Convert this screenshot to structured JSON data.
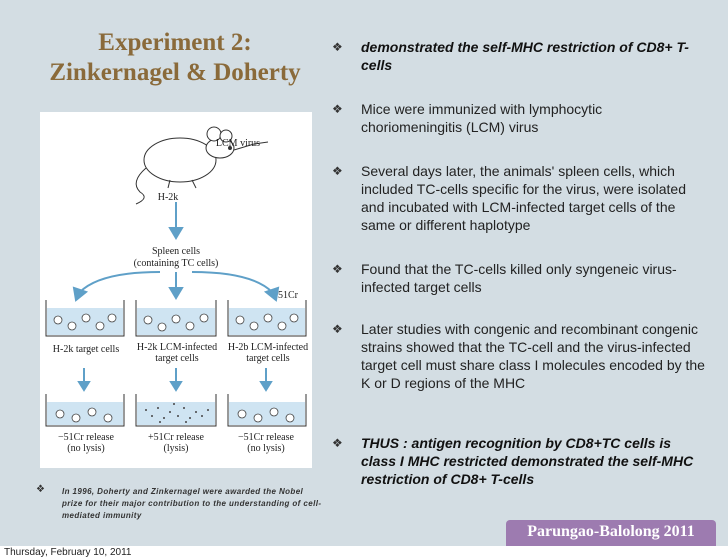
{
  "title": {
    "line1": "Experiment 2:",
    "line2": "Zinkernagel & Doherty"
  },
  "figure": {
    "lcm_virus": "LCM virus",
    "h2k": "H-2k",
    "spleen_cells": "Spleen cells",
    "containing_tc": "(containing TC cells)",
    "cr51": "51Cr",
    "well_labels": [
      "H-2k target cells",
      "H-2k LCM-infected target cells",
      "H-2b LCM-infected target cells"
    ],
    "results": [
      {
        "release": "−51Cr release",
        "lysis": "(no lysis)"
      },
      {
        "release": "+51Cr release",
        "lysis": "(lysis)"
      },
      {
        "release": "−51Cr release",
        "lysis": "(no lysis)"
      }
    ]
  },
  "note": {
    "bullet": "❖",
    "text": "In 1996, Doherty and Zinkernagel were awarded the Nobel prize for their major contribution to the understanding of cell-mediated immunity"
  },
  "bullets": [
    {
      "text": "demonstrated the self-MHC restriction of CD8+ T-cells",
      "emphasis": true
    },
    {
      "text": "Mice were immunized with lymphocytic choriomeningitis (LCM) virus",
      "emphasis": false
    },
    {
      "text": "Several days later, the animals' spleen cells, which included TC-cells specific for the virus, were isolated and incubated with LCM-infected target cells of the same or different haplotype",
      "emphasis": false
    },
    {
      "text": "Found that the TC-cells killed only syngeneic virus-infected target cells",
      "emphasis": false
    },
    {
      "text": "Later studies with congenic and recombinant congenic strains showed that the TC-cell and the virus-infected target cell must share class I molecules encoded by the K or D regions of the MHC",
      "emphasis": false
    },
    {
      "text": "THUS : antigen recognition by CD8+TC cells is class I MHC restricted demonstrated the self-MHC restriction of CD8+ T-cells",
      "emphasis": true
    }
  ],
  "bullet_mark": "❖",
  "badge": "Parungao-Balolong 2011",
  "footer": "Thursday, February 10, 2011",
  "colors": {
    "slide_bg": "#d3dde3",
    "title": "#8a6a3a",
    "badge": "#9d7bb0",
    "arrow": "#5fa0c8",
    "well_fill": "#cfe4f2"
  }
}
